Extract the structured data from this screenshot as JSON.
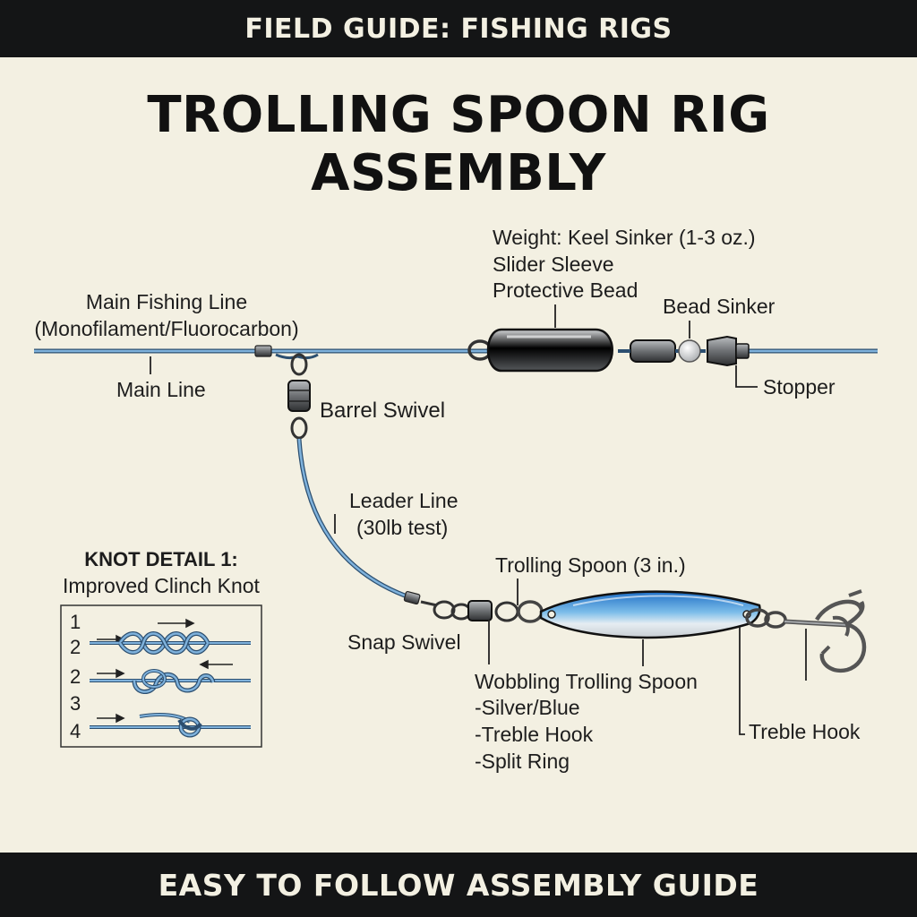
{
  "header": {
    "banner": "FIELD GUIDE: FISHING RIGS"
  },
  "title": "TROLLING SPOON RIG ASSEMBLY",
  "footer": {
    "banner": "EASY TO FOLLOW ASSEMBLY GUIDE"
  },
  "labels": {
    "main_fishing_line_1": "Main Fishing Line",
    "main_fishing_line_2": "(Monofilament/Fluorocarbon)",
    "main_line": "Main Line",
    "weight_1": "Weight: Keel Sinker (1-3 oz.)",
    "weight_2": "Slider Sleeve",
    "weight_3": "Protective Bead",
    "bead_sinker": "Bead Sinker",
    "stopper": "Stopper",
    "barrel_swivel": "Barrel Swivel",
    "leader_1": "Leader Line",
    "leader_2": "(30lb test)",
    "trolling_spoon": "Trolling Spoon (3 in.)",
    "snap_swivel": "Snap Swivel",
    "wobbling_1": "Wobbling Trolling Spoon",
    "wobbling_2": "-Silver/Blue",
    "wobbling_3": "-Treble Hook",
    "wobbling_4": "-Split Ring",
    "treble_hook": "Treble Hook"
  },
  "knot_detail": {
    "title": "KNOT DETAIL 1:",
    "subtitle": "Improved Clinch Knot",
    "steps": [
      "1",
      "2",
      "2",
      "3",
      "4"
    ]
  },
  "colors": {
    "line": "#5b93c4",
    "line_dark": "#2c4f70",
    "metal": "#8c8f92",
    "metal_dark": "#3a3c3e",
    "spoon_blue": "#3a8fd8",
    "background": "#f3f0e2",
    "banner": "#141516"
  }
}
